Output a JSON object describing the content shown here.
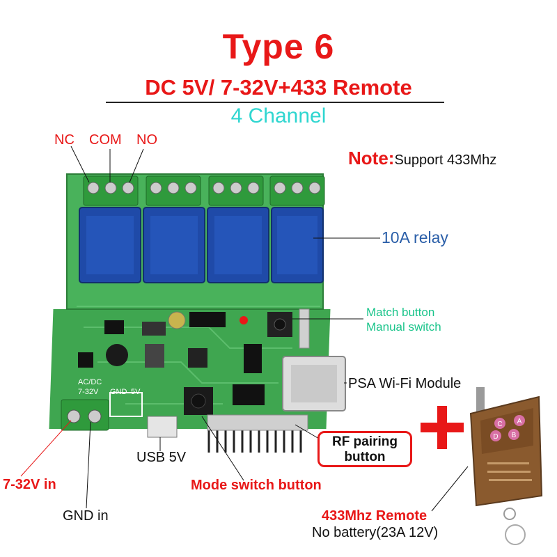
{
  "header": {
    "title": "Type 6",
    "subtitle": "DC 5V/ 7-32V+433 Remote",
    "channel": "4 Channel"
  },
  "note": {
    "label": "Note:",
    "text": "Support 433Mhz"
  },
  "terminals": {
    "nc": "NC",
    "com": "COM",
    "no": "NO"
  },
  "callouts": {
    "relay": "10A relay",
    "match_button": "Match button",
    "manual_switch": "Manual switch",
    "wifi_module": "PSA Wi-Fi Module",
    "rf_pairing_line1": "RF pairing",
    "rf_pairing_line2": "button",
    "usb": "USB 5V",
    "mode_switch": "Mode switch button",
    "voltage_in": "7-32V in",
    "gnd_in": "GND in",
    "remote_title": "433Mhz Remote",
    "remote_battery": "No battery(23A 12V)"
  },
  "board_print": {
    "ac_dc": "AC/DC",
    "range": "7-32V",
    "gnd": "GND",
    "five_v": "5V"
  },
  "remote_buttons": [
    "C",
    "A",
    "D",
    "B"
  ],
  "colors": {
    "title_red": "#e81818",
    "channel_cyan": "#2fd6d0",
    "relay_blue": "#2a5ea8",
    "pcb_green": "#3fae52",
    "terminal_green": "#2f9a3c",
    "relay_body": "#1f4aa8",
    "remote_body": "#8a5a2e"
  }
}
